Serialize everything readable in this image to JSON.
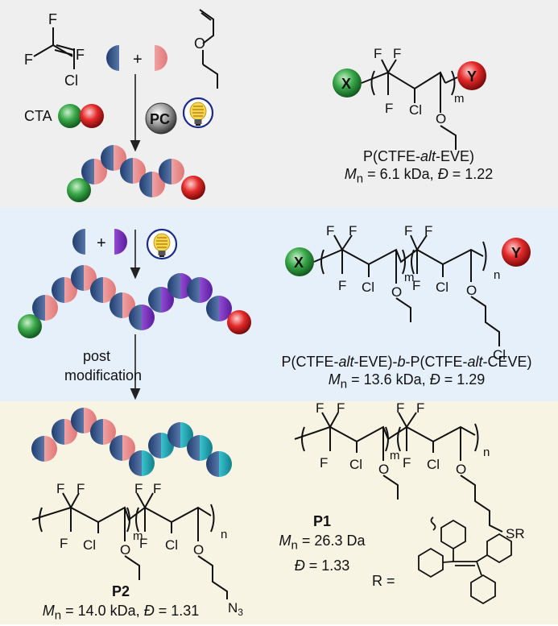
{
  "panel1": {
    "cta_label": "CTA",
    "pc_label": "PC",
    "x_label": "X",
    "y_label": "Y",
    "polymer_name": [
      "P(CTFE-",
      "alt",
      "-EVE)"
    ],
    "mn": "6.1 kDa",
    "dispersity": "1.22"
  },
  "panel2": {
    "post_label_line1": "post",
    "post_label_line2": "modification",
    "polymer_name": [
      "P(CTFE-",
      "alt",
      "-EVE)-",
      "b",
      "-P(CTFE-",
      "alt",
      "-CEVE)"
    ],
    "mn": "13.6 kDa",
    "dispersity": "1.29"
  },
  "panel3": {
    "p2_label": "P2",
    "p2_mn": "14.0 kDa",
    "p2_dispersity": "1.31",
    "p1_label": "P1",
    "p1_mn": "26.3 Da",
    "p1_dispersity": "1.33",
    "r_label": "R =",
    "sr_label": "SR",
    "n3_label": "N3"
  },
  "atoms": {
    "F": "F",
    "Cl": "Cl",
    "O": "O",
    "m": "m",
    "n": "n",
    "plus": "+",
    "eq": "=",
    "mn_symbol": "M",
    "mn_sub": "n",
    "d_symbol": "Đ",
    "comma": ","
  },
  "colors": {
    "panel1_bg": "#efefef",
    "panel2_bg": "#e5f0fb",
    "panel3_bg": "#f8f4e4",
    "x_green": "#2e8b3a",
    "y_red": "#e0202a",
    "monomer_blue": "#3a5a8c",
    "monomer_pink": "#f2a7a7",
    "monomer_purple": "#8a44c8",
    "cyan": "#2bb8c4"
  }
}
